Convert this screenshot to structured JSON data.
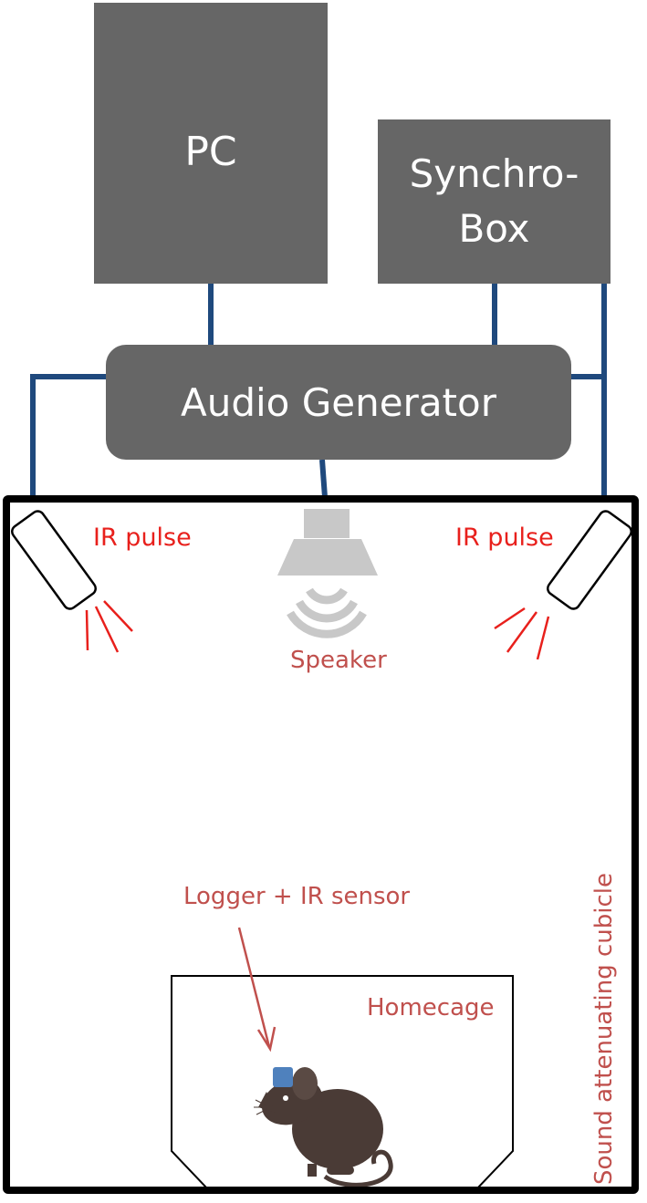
{
  "diagram": {
    "pc": "PC",
    "synchrobox": "Synchro-\nBox",
    "audio_generator": "Audio Generator",
    "ir_pulse_left": "IR pulse",
    "ir_pulse_right": "IR pulse",
    "speaker": "Speaker",
    "logger": "Logger + IR sensor",
    "homecage": "Homecage",
    "cubicle": "Sound attenuating cubicle"
  },
  "colors": {
    "box_fill": "#666666",
    "wire": "#1f497d",
    "ir_red": "#e8201c",
    "label_brown": "#c0504d",
    "speaker_gray": "#c8c8c8",
    "mouse": "#4a3b36",
    "logger_blue": "#4f81bd"
  },
  "icons": [
    "speaker-icon",
    "ir-emitter-icon",
    "mouse-icon",
    "logger-icon"
  ]
}
